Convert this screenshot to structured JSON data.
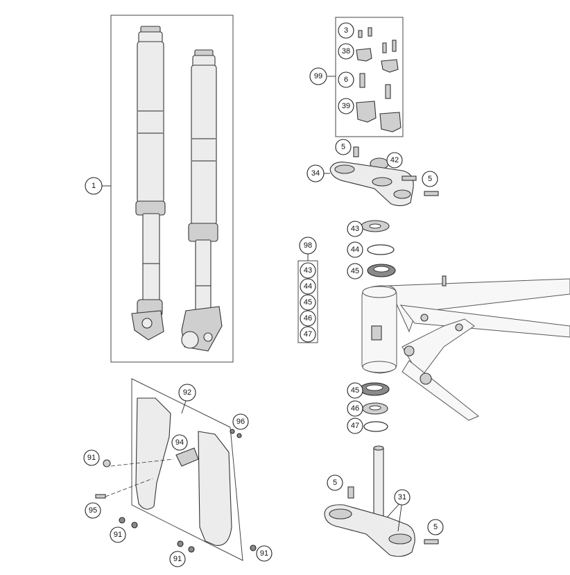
{
  "callouts": {
    "c1": "1",
    "c3": "3",
    "c38": "38",
    "c99": "99",
    "c6": "6",
    "c39": "39",
    "c5a": "5",
    "c42": "42",
    "c34": "34",
    "c5b": "5",
    "c43a": "43",
    "c44a": "44",
    "c45a": "45",
    "c98": "98",
    "k43": "43",
    "k44": "44",
    "k45": "45",
    "k46": "46",
    "k47": "47",
    "c45b": "45",
    "c46b": "46",
    "c47b": "47",
    "c92": "92",
    "c96": "96",
    "c94": "94",
    "c91a": "91",
    "c95": "95",
    "c91b": "91",
    "c91c": "91",
    "c91d": "91",
    "c5c": "5",
    "c31": "31",
    "c5d": "5"
  }
}
